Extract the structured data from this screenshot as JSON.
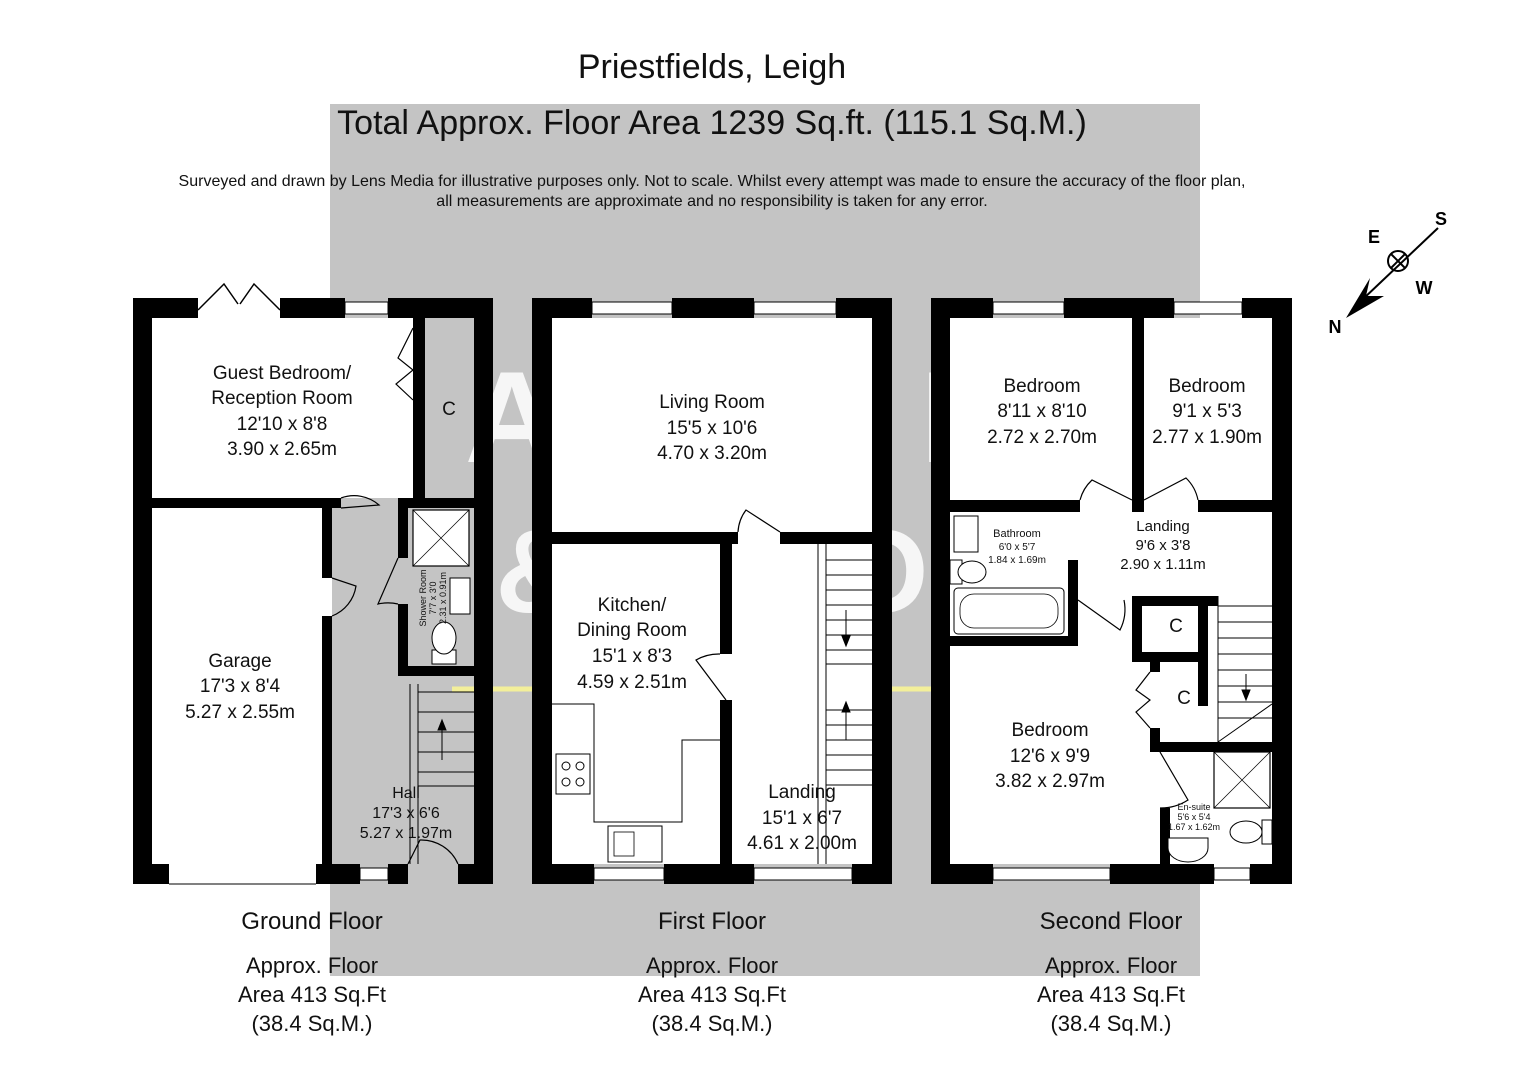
{
  "header": {
    "title": "Priestfields, Leigh",
    "total_area": "Total Approx. Floor Area 1239 Sq.ft. (115.1 Sq.M.)",
    "disclaimer_line1": "Surveyed and drawn by Lens Media for illustrative purposes only. Not to scale. Whilst every attempt was made to ensure the accuracy of the floor plan,",
    "disclaimer_line2": "all measurements are approximate and no responsibility is taken for any error."
  },
  "watermark": {
    "line1": "BALMER",
    "line2": "& CO",
    "color": "#c6c6c6"
  },
  "compass": {
    "n": "N",
    "e": "E",
    "s": "S",
    "w": "W"
  },
  "colors": {
    "wall": "#000000",
    "highlight": "#f3ef9a",
    "background": "#ffffff"
  },
  "floors": {
    "ground": {
      "name": "Ground Floor",
      "area_line1": "Approx. Floor",
      "area_line2": "Area 413 Sq.Ft",
      "area_line3": "(38.4 Sq.M.)",
      "rooms": {
        "guest": {
          "line1": "Guest Bedroom/",
          "line2": "Reception Room",
          "imperial": "12'10 x 8'8",
          "metric": "3.90 x 2.65m"
        },
        "cupboard": {
          "label": "C"
        },
        "garage": {
          "name": "Garage",
          "imperial": "17'3 x 8'4",
          "metric": "5.27 x 2.55m"
        },
        "shower": {
          "name": "Shower Room",
          "imperial": "7'7 x 3'0",
          "metric": "2.31 x 0.91m"
        },
        "hall": {
          "name": "Hall",
          "imperial": "17'3 x 6'6",
          "metric": "5.27 x 1.97m"
        }
      }
    },
    "first": {
      "name": "First Floor",
      "area_line1": "Approx. Floor",
      "area_line2": "Area 413 Sq.Ft",
      "area_line3": "(38.4 Sq.M.)",
      "rooms": {
        "living": {
          "name": "Living Room",
          "imperial": "15'5 x 10'6",
          "metric": "4.70 x 3.20m"
        },
        "kitchen": {
          "line1": "Kitchen/",
          "line2": "Dining Room",
          "imperial": "15'1 x 8'3",
          "metric": "4.59 x 2.51m"
        },
        "landing": {
          "name": "Landing",
          "imperial": "15'1 x 6'7",
          "metric": "4.61 x 2.00m"
        }
      }
    },
    "second": {
      "name": "Second Floor",
      "area_line1": "Approx. Floor",
      "area_line2": "Area 413 Sq.Ft",
      "area_line3": "(38.4 Sq.M.)",
      "rooms": {
        "bed1": {
          "name": "Bedroom",
          "imperial": "8'11 x 8'10",
          "metric": "2.72 x 2.70m"
        },
        "bed2": {
          "name": "Bedroom",
          "imperial": "9'1 x 5'3",
          "metric": "2.77 x 1.90m"
        },
        "bathroom": {
          "name": "Bathroom",
          "imperial": "6'0 x 5'7",
          "metric": "1.84 x 1.69m"
        },
        "landing": {
          "name": "Landing",
          "imperial": "9'6 x 3'8",
          "metric": "2.90 x 1.11m"
        },
        "cupboard1": {
          "label": "C"
        },
        "cupboard2": {
          "label": "C"
        },
        "bed3": {
          "name": "Bedroom",
          "imperial": "12'6 x 9'9",
          "metric": "3.82 x 2.97m"
        },
        "ensuite": {
          "name": "En-suite",
          "imperial": "5'6 x 5'4",
          "metric": "1.67 x 1.62m"
        }
      }
    }
  }
}
